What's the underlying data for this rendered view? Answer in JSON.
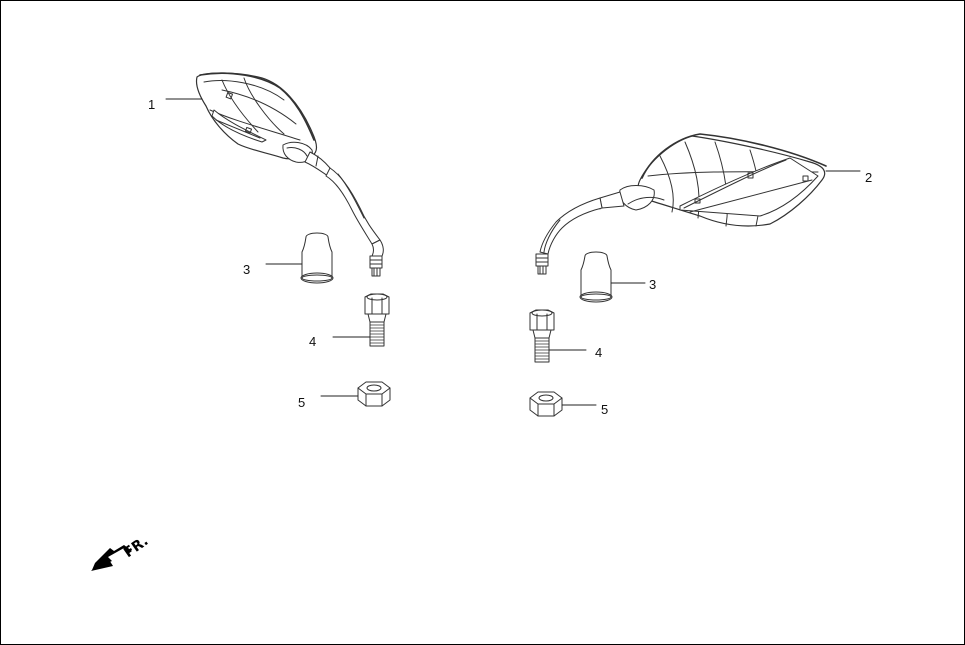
{
  "diagram": {
    "type": "exploded-parts-view",
    "subject": "rear view mirror assembly",
    "orientation_marker": {
      "label": "FR.",
      "icon": "front-direction-arrow-icon"
    },
    "parts": [
      {
        "ref": "1",
        "name": "left-mirror"
      },
      {
        "ref": "2",
        "name": "right-mirror"
      },
      {
        "ref": "3",
        "name": "mirror-boot-cover"
      },
      {
        "ref": "4",
        "name": "adapter-bolt"
      },
      {
        "ref": "5",
        "name": "hex-nut"
      }
    ],
    "callouts": {
      "c1": "1",
      "c2": "2",
      "c3_left": "3",
      "c3_right": "3",
      "c4_left": "4",
      "c4_right": "4",
      "c5_left": "5",
      "c5_right": "5"
    },
    "colors": {
      "line": "#333333",
      "fill": "#ffffff",
      "border": "#000000"
    }
  }
}
